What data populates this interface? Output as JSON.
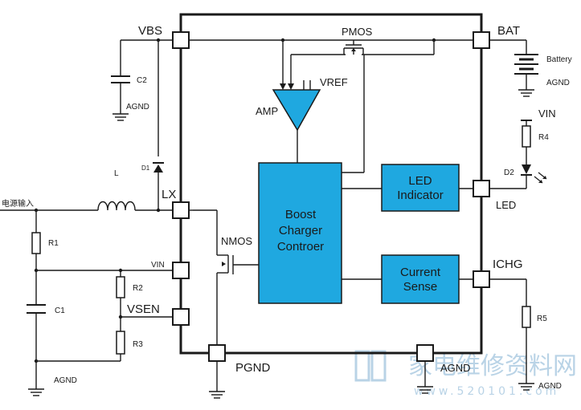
{
  "pins": {
    "vbs": "VBS",
    "lx": "LX",
    "vin": "VIN",
    "vsen": "VSEN",
    "pgnd": "PGND",
    "bat": "BAT",
    "led": "LED",
    "ichg": "ICHG",
    "agnd": "AGND"
  },
  "blocks": {
    "boost": [
      "Boost",
      "Charger",
      "Controer"
    ],
    "led_indicator": [
      "LED",
      "Indicator"
    ],
    "current_sense": [
      "Current",
      "Sense"
    ]
  },
  "devices": {
    "pmos": "PMOS",
    "nmos": "NMOS",
    "amp": "AMP",
    "vref": "VREF"
  },
  "components": {
    "c1": "C1",
    "c2": "C2",
    "r1": "R1",
    "r2": "R2",
    "r3": "R3",
    "r4": "R4",
    "r5": "R5",
    "d1": "D1",
    "d2": "D2",
    "l": "L",
    "battery": "Battery"
  },
  "nets": {
    "input": "电源输入",
    "vin_ext": "VIN",
    "agnd": "AGND"
  },
  "watermark": {
    "chars": "家电维修资料网",
    "url": "www.520101.com"
  }
}
